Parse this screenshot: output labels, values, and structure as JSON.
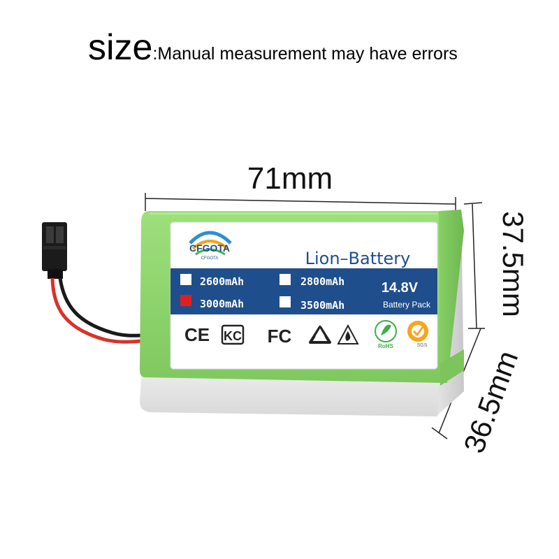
{
  "header": {
    "size_word": "size",
    "note": ":Manual measurement may have errors"
  },
  "dimensions": {
    "length": "71mm",
    "height": "37.5mm",
    "width": "36.5mm"
  },
  "label": {
    "brand": "CFGOTA",
    "brand_sub": "CFGOTA",
    "title": "Lion–Battery",
    "capacities": [
      {
        "text": "2600mAh",
        "checked": false
      },
      {
        "text": "2800mAh",
        "checked": false
      },
      {
        "text": "3000mAh",
        "checked": true
      },
      {
        "text": "3500mAh",
        "checked": false
      }
    ],
    "voltage": "14.8V",
    "pack": "Battery Pack",
    "certifications": {
      "ce": "CE",
      "kc": "KC",
      "fcc": "FC",
      "rohs": "RoHS",
      "sgs": "SGS"
    }
  },
  "colors": {
    "battery_green": "#8fd36e",
    "label_blue": "#1f4e8c",
    "title_blue": "#1f4e8c",
    "checked_box": "#e02020",
    "wire_red": "#d8322a",
    "wire_black": "#1a1a1a"
  }
}
